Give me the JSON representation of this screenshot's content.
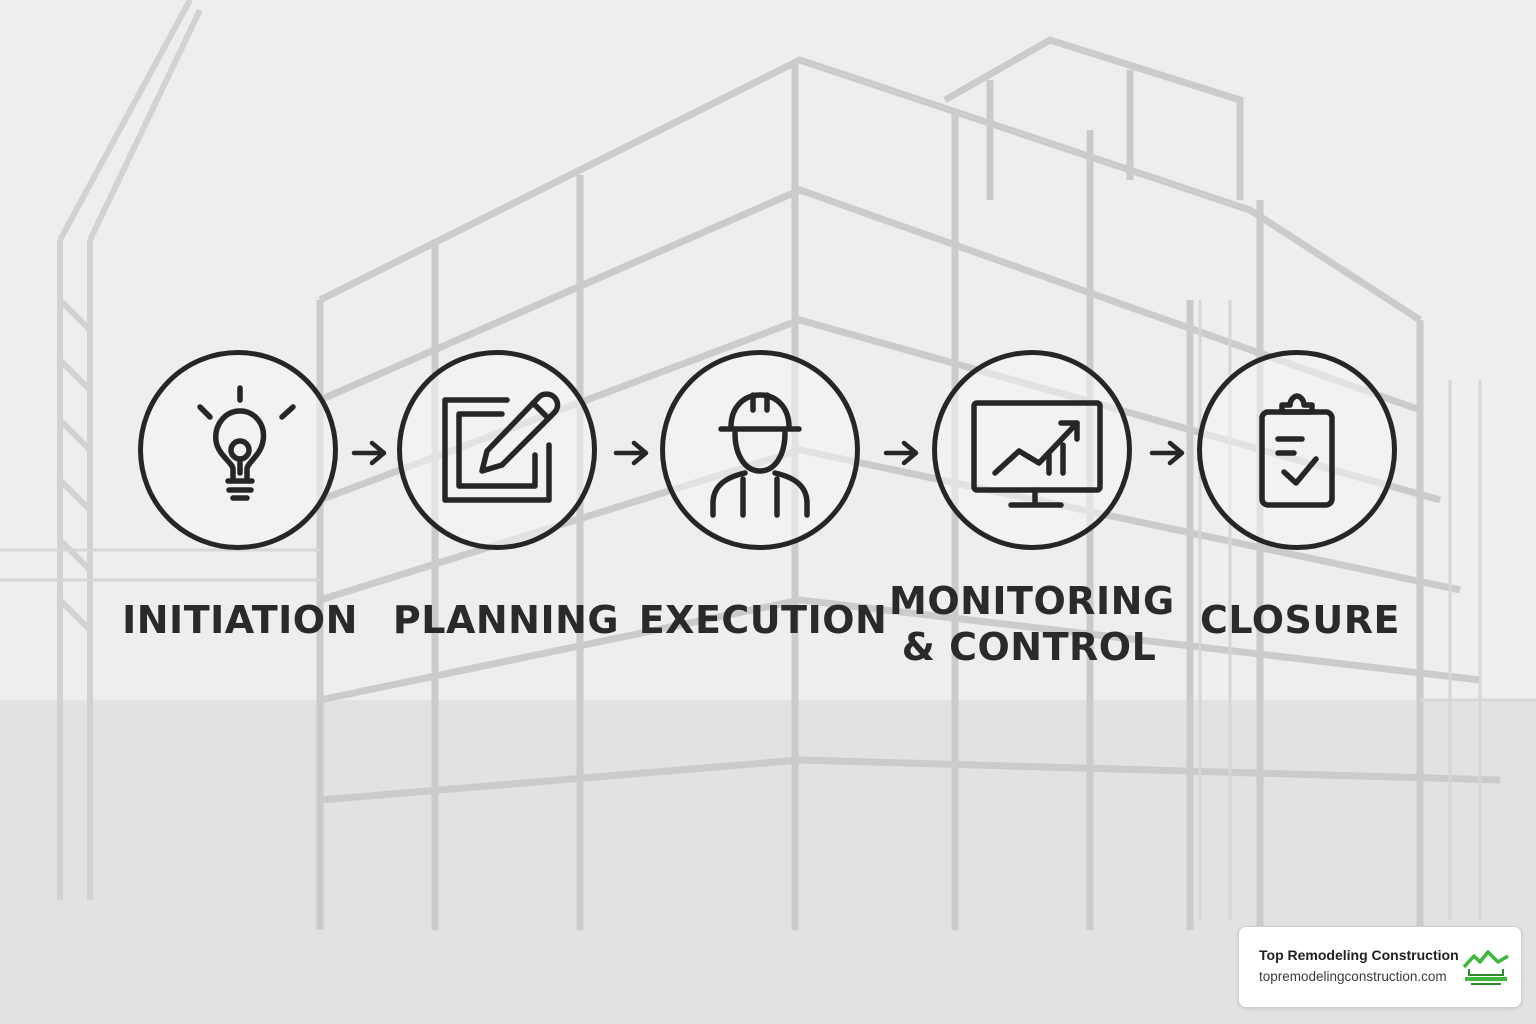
{
  "steps": [
    {
      "label": "INITIATION",
      "icon": "lightbulb-icon"
    },
    {
      "label": "PLANNING",
      "icon": "edit-document-icon"
    },
    {
      "label": "EXECUTION",
      "icon": "construction-worker-icon"
    },
    {
      "label": "MONITORING\n& CONTROL",
      "icon": "monitor-chart-icon"
    },
    {
      "label": "CLOSURE",
      "icon": "clipboard-check-icon"
    }
  ],
  "brand": {
    "name": "Top Remodeling Construction",
    "url": "topremodelingconstruction.com",
    "logo_text": "TOP REMODELING CONSTRUCTION",
    "logo_color": "#3cb83c"
  },
  "colors": {
    "stroke": "#262626",
    "background": "#ececec"
  }
}
